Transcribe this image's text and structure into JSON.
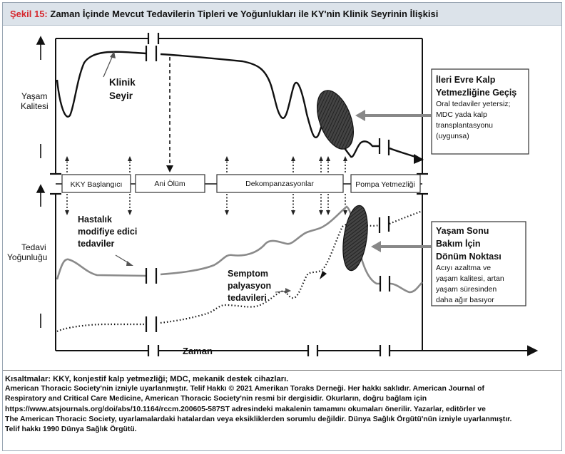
{
  "figure": {
    "label": "Şekil 15:",
    "title": "Zaman İçinde Mevcut Tedavilerin Tipleri ve Yoğunlukları ile KY'nin Klinik Seyrinin İlişkisi"
  },
  "axes": {
    "y_top_label_1": "Yaşam",
    "y_top_label_2": "Kalitesi",
    "y_bottom_label_1": "Tedavi",
    "y_bottom_label_2": "Yoğunluğu",
    "x_label": "Zaman"
  },
  "stages": [
    "KKY Başlangıcı",
    "Ani Ölüm",
    "Dekompanzasyonlar",
    "Pompa Yetmezliği"
  ],
  "annotations": {
    "klinik_1": "Klinik",
    "klinik_2": "Seyir",
    "hastalik_1": "Hastalık",
    "hastalik_2": "modifiye edici",
    "hastalik_3": "tedaviler",
    "semptom_1": "Semptom",
    "semptom_2": "palyasyon",
    "semptom_3": "tedavileri"
  },
  "box_advanced": {
    "title_1": "İleri Evre Kalp",
    "title_2": "Yetmezliğine Geçiş",
    "body": [
      "Oral tedaviler yetersiz;",
      "MDC yada kalp",
      "transplantasyonu",
      "(uygunsa)"
    ]
  },
  "box_endoflife": {
    "title_1": "Yaşam Sonu",
    "title_2": "Bakım İçin",
    "title_3": "Dönüm Noktası",
    "body": [
      "Acıyı azaltma ve",
      "yaşam kalitesi, artan",
      "yaşam süresinden",
      "daha ağır basıyor"
    ]
  },
  "caption": {
    "abbrev": "Kısaltmalar: KKY, konjestif kalp yetmezliği; MDC, mekanik destek cihazları.",
    "lines": [
      "American Thoracic Society'nin izniyle uyarlanmıştır. Telif Hakkı © 2021 Amerikan Toraks Derneği. Her hakkı saklıdır. American Journal of",
      "Respiratory and Critical Care Medicine, American Thoracic Society'nin resmi bir dergisidir. Okurların, doğru bağlam için",
      "https://www.atsjournals.org/doi/abs/10.1164/rccm.200605-587ST adresindeki makalenin tamamını okumaları önerilir. Yazarlar, editörler ve",
      "The American Thoracic Society, uyarlamalardaki hatalardan veya eksikliklerden sorumlu değildir. Dünya Sağlık Örgütü'nün izniyle uyarlanmıştır.",
      "Telif hakkı 1990 Dünya Sağlık Örgütü."
    ]
  },
  "colors": {
    "title_bar": "#dce3ea",
    "label_red": "#d6282e",
    "curve_black": "#111111",
    "curve_gray": "#8a8a8a",
    "ellipse_fill": "#3a3a3a"
  }
}
